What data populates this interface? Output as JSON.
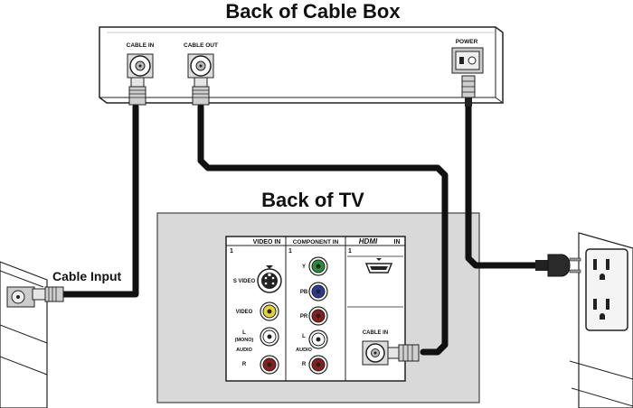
{
  "titles": {
    "cable_box": "Back of Cable Box",
    "tv": "Back of TV",
    "cable_input": "Cable Input"
  },
  "cable_box": {
    "cable_in": "CABLE IN",
    "cable_out": "CABLE OUT",
    "power": "POWER"
  },
  "tv_panel": {
    "video_in": "VIDEO IN",
    "component_in": "COMPONENT IN",
    "hdmi": "HDMI",
    "hdmi_in": "IN",
    "section_number": "1",
    "s_video": "S VIDEO",
    "video": "VIDEO",
    "l": "L",
    "mono": "(MONO)",
    "audio": "AUDIO",
    "r": "R",
    "y": "Y",
    "pb": "PB",
    "pr": "PR",
    "cable_in": "CABLE IN"
  },
  "colors": {
    "tv_panel": "#d9d9d9",
    "jack_green": "#2e8b3a",
    "jack_blue": "#2a3a9a",
    "jack_red": "#8a1e1e",
    "jack_yellow": "#e8d23a",
    "cable": "#111111"
  }
}
